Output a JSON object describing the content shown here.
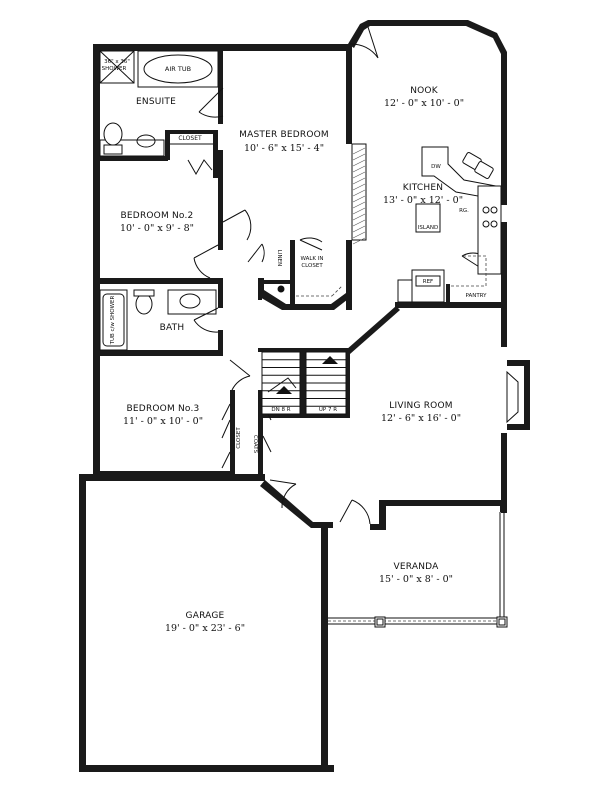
{
  "rooms": {
    "nook": {
      "name": "NOOK",
      "dim": "12' - 0\" x 10' - 0\""
    },
    "kitchen": {
      "name": "KITCHEN",
      "dim": "13' - 0\" x 12' - 0\""
    },
    "master": {
      "name": "MASTER BEDROOM",
      "dim": "10' - 6\" x 15' - 4\""
    },
    "ensuite": {
      "name": "ENSUITE"
    },
    "bedroom2": {
      "name": "BEDROOM No.2",
      "dim": "10' - 0\" x 9' - 8\""
    },
    "bath": {
      "name": "BATH"
    },
    "bedroom3": {
      "name": "BEDROOM No.3",
      "dim": "11' - 0\" x 10' - 0\""
    },
    "living": {
      "name": "LIVING ROOM",
      "dim": "12' - 6\" x 16' - 0\""
    },
    "veranda": {
      "name": "VERANDA",
      "dim": "15' - 0\" x 8' - 0\""
    },
    "garage": {
      "name": "GARAGE",
      "dim": "19' - 0\" x 23' - 6\""
    }
  },
  "labels": {
    "air_tub": "AIR TUB",
    "shower_size": "36\" x 36\"",
    "shower": "SHOWER",
    "closet": "CLOSET",
    "closet_upper": "CLOSET",
    "coats": "COATS",
    "linen": "LINEN",
    "walk_in_1": "WALK IN",
    "walk_in_2": "CLOSET",
    "tub_shower": "TUB c/w SHOWER",
    "dw": "DW",
    "island": "ISLAND",
    "rg": "RG.",
    "ref": "REF",
    "pantry": "PANTRY",
    "dn": "DN 8 R",
    "up": "UP 7 R"
  }
}
